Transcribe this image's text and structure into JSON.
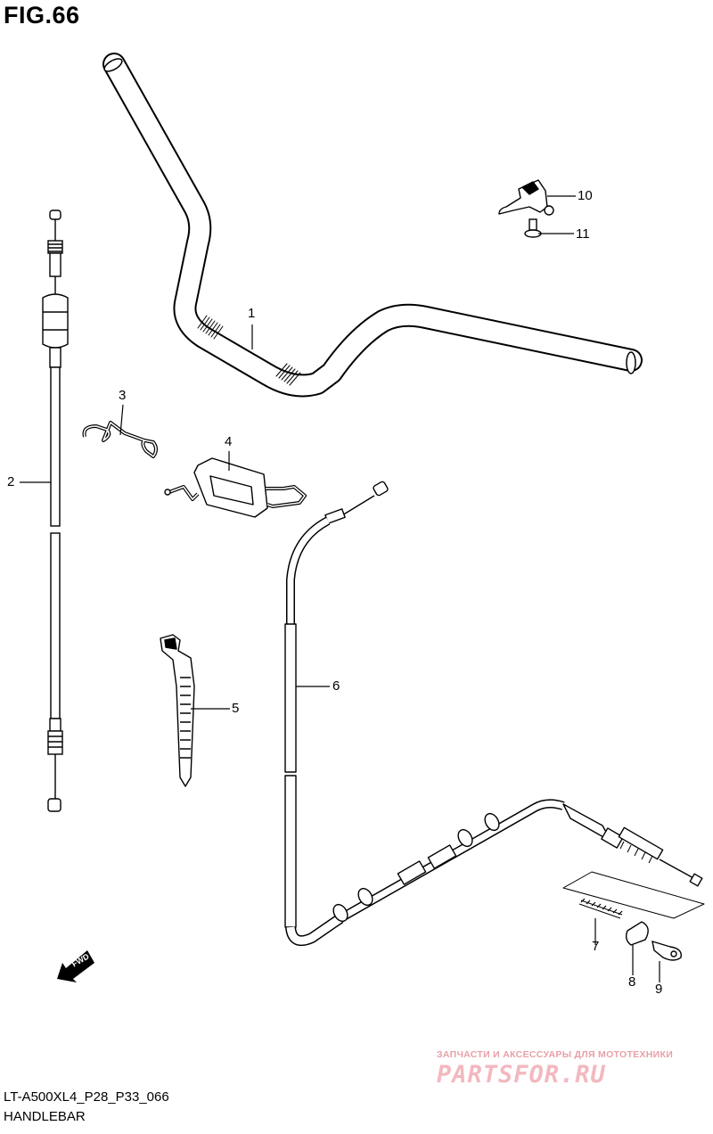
{
  "figure": {
    "title": "FIG.66"
  },
  "callouts": [
    {
      "id": "1",
      "label": "1"
    },
    {
      "id": "2",
      "label": "2"
    },
    {
      "id": "3",
      "label": "3"
    },
    {
      "id": "4",
      "label": "4"
    },
    {
      "id": "5",
      "label": "5"
    },
    {
      "id": "6",
      "label": "6"
    },
    {
      "id": "7",
      "label": "7"
    },
    {
      "id": "8",
      "label": "8"
    },
    {
      "id": "9",
      "label": "9"
    },
    {
      "id": "10",
      "label": "10"
    },
    {
      "id": "11",
      "label": "11"
    }
  ],
  "fwd_marker": {
    "label": "FWD"
  },
  "footer": {
    "model_code": "LT-A500XL4_P28_P33_066",
    "section_name": "HANDLEBAR"
  },
  "watermark": {
    "caption": "ЗАПЧАСТИ И АКСЕССУАРЫ ДЛЯ МОТОТЕХНИКИ",
    "logo_text": "PARTSFOR.RU",
    "color": "#f3b8bf"
  }
}
